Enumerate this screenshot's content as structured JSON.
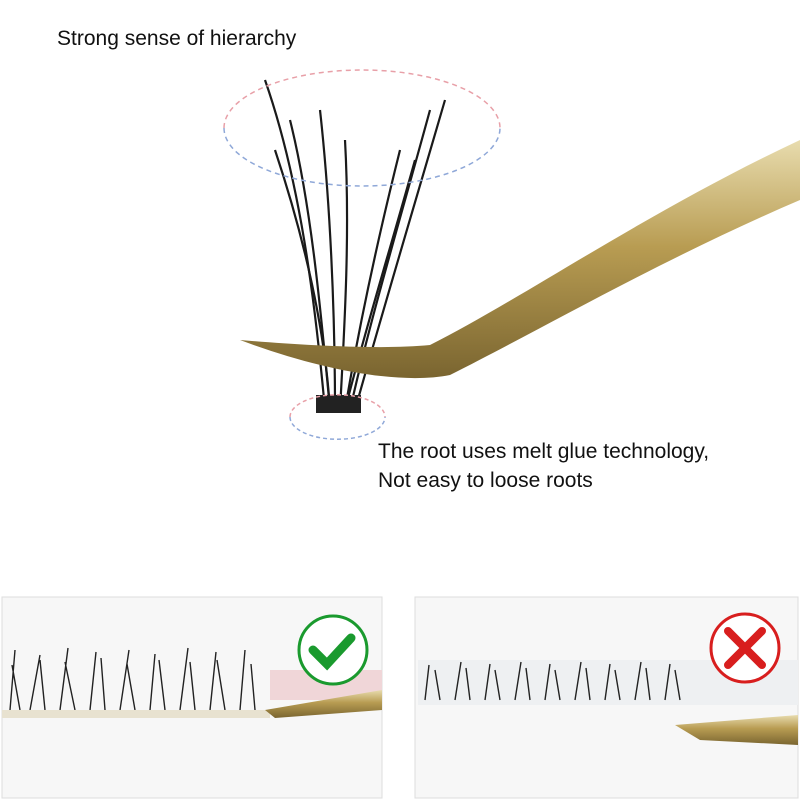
{
  "captions": {
    "top": "Strong sense of hierarchy",
    "root_line1": "The root uses melt glue technology,",
    "root_line2": "Not easy to loose roots"
  },
  "comparison": {
    "good": {
      "icon": "check-icon",
      "color": "#1a9a2e"
    },
    "bad": {
      "icon": "cross-icon",
      "color": "#d81e1e"
    }
  },
  "colors": {
    "tweezer_gold": "#b59a52",
    "dashed_top": "#e8a0a8",
    "dashed_bottom": "#8fa8d8"
  }
}
